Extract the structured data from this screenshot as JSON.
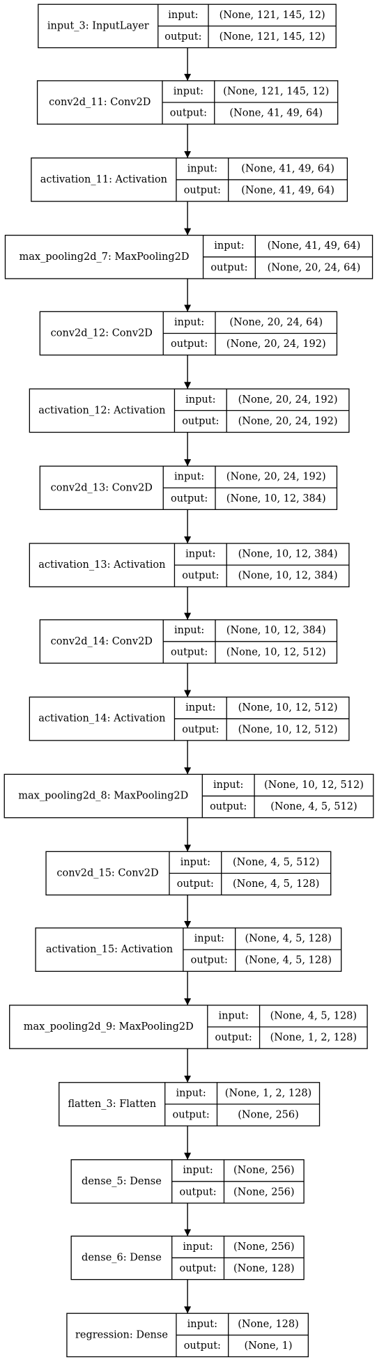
{
  "layers": [
    {
      "name": "input_3: InputLayer",
      "input_label": "input:",
      "output_label": "output:",
      "input_shape": "(None, 121, 145, 12)",
      "output_shape": "(None, 121, 145, 12)"
    },
    {
      "name": "conv2d_11: Conv2D",
      "input_label": "input:",
      "output_label": "output:",
      "input_shape": "(None, 121, 145, 12)",
      "output_shape": "(None, 41, 49, 64)"
    },
    {
      "name": "activation_11: Activation",
      "input_label": "input:",
      "output_label": "output:",
      "input_shape": "(None, 41, 49, 64)",
      "output_shape": "(None, 41, 49, 64)"
    },
    {
      "name": "max_pooling2d_7: MaxPooling2D",
      "input_label": "input:",
      "output_label": "output:",
      "input_shape": "(None, 41, 49, 64)",
      "output_shape": "(None, 20, 24, 64)"
    },
    {
      "name": "conv2d_12: Conv2D",
      "input_label": "input:",
      "output_label": "output:",
      "input_shape": "(None, 20, 24, 64)",
      "output_shape": "(None, 20, 24, 192)"
    },
    {
      "name": "activation_12: Activation",
      "input_label": "input:",
      "output_label": "output:",
      "input_shape": "(None, 20, 24, 192)",
      "output_shape": "(None, 20, 24, 192)"
    },
    {
      "name": "conv2d_13: Conv2D",
      "input_label": "input:",
      "output_label": "output:",
      "input_shape": "(None, 20, 24, 192)",
      "output_shape": "(None, 10, 12, 384)"
    },
    {
      "name": "activation_13: Activation",
      "input_label": "input:",
      "output_label": "output:",
      "input_shape": "(None, 10, 12, 384)",
      "output_shape": "(None, 10, 12, 384)"
    },
    {
      "name": "conv2d_14: Conv2D",
      "input_label": "input:",
      "output_label": "output:",
      "input_shape": "(None, 10, 12, 384)",
      "output_shape": "(None, 10, 12, 512)"
    },
    {
      "name": "activation_14: Activation",
      "input_label": "input:",
      "output_label": "output:",
      "input_shape": "(None, 10, 12, 512)",
      "output_shape": "(None, 10, 12, 512)"
    },
    {
      "name": "max_pooling2d_8: MaxPooling2D",
      "input_label": "input:",
      "output_label": "output:",
      "input_shape": "(None, 10, 12, 512)",
      "output_shape": "(None, 4, 5, 512)"
    },
    {
      "name": "conv2d_15: Conv2D",
      "input_label": "input:",
      "output_label": "output:",
      "input_shape": "(None, 4, 5, 512)",
      "output_shape": "(None, 4, 5, 128)"
    },
    {
      "name": "activation_15: Activation",
      "input_label": "input:",
      "output_label": "output:",
      "input_shape": "(None, 4, 5, 128)",
      "output_shape": "(None, 4, 5, 128)"
    },
    {
      "name": "max_pooling2d_9: MaxPooling2D",
      "input_label": "input:",
      "output_label": "output:",
      "input_shape": "(None, 4, 5, 128)",
      "output_shape": "(None, 1, 2, 128)"
    },
    {
      "name": "flatten_3: Flatten",
      "input_label": "input:",
      "output_label": "output:",
      "input_shape": "(None, 1, 2, 128)",
      "output_shape": "(None, 256)"
    },
    {
      "name": "dense_5: Dense",
      "input_label": "input:",
      "output_label": "output:",
      "input_shape": "(None, 256)",
      "output_shape": "(None, 256)"
    },
    {
      "name": "dense_6: Dense",
      "input_label": "input:",
      "output_label": "output:",
      "input_shape": "(None, 256)",
      "output_shape": "(None, 128)"
    },
    {
      "name": "regression: Dense",
      "input_label": "input:",
      "output_label": "output:",
      "input_shape": "(None, 128)",
      "output_shape": "(None, 1)"
    }
  ],
  "colors": {
    "stroke": "#000000",
    "background": "#ffffff",
    "text": "#000000"
  }
}
